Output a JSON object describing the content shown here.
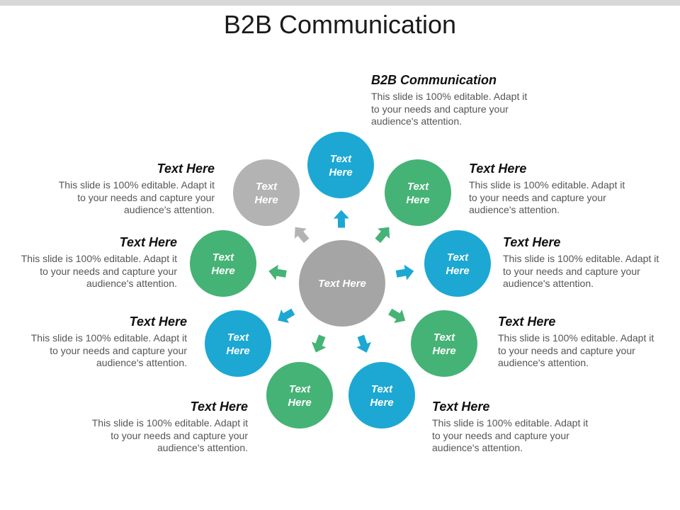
{
  "title": "B2B Communication",
  "colors": {
    "blue": "#1ca8d3",
    "green": "#45b375",
    "gray": "#b3b3b3",
    "hub": "#a5a5a5"
  },
  "hub": {
    "label": "Text Here"
  },
  "nodes": [
    {
      "label": "Text Here",
      "color": "blue"
    },
    {
      "label": "Text Here",
      "color": "green"
    },
    {
      "label": "Text Here",
      "color": "blue"
    },
    {
      "label": "Text Here",
      "color": "green"
    },
    {
      "label": "Text Here",
      "color": "blue"
    },
    {
      "label": "Text Here",
      "color": "green"
    },
    {
      "label": "Text Here",
      "color": "blue"
    },
    {
      "label": "Text Here",
      "color": "green"
    },
    {
      "label": "Text Here",
      "color": "gray"
    }
  ],
  "text_blocks": [
    {
      "heading": "B2B Communication",
      "body": "This slide is 100% editable. Adapt it to your needs and capture your audience's attention."
    },
    {
      "heading": "Text Here",
      "body": "This slide is 100% editable. Adapt it to your needs and capture your audience's attention."
    },
    {
      "heading": "Text Here",
      "body": "This slide is 100% editable. Adapt it to your needs and capture your audience's attention."
    },
    {
      "heading": "Text Here",
      "body": "This slide is 100% editable. Adapt it to your needs and capture your audience's attention."
    },
    {
      "heading": "Text Here",
      "body": "This slide is 100% editable. Adapt it to your needs and capture your audience's attention."
    },
    {
      "heading": "Text Here",
      "body": "This slide is 100% editable. Adapt it to your needs and capture your audience's attention."
    },
    {
      "heading": "Text Here",
      "body": "This slide is 100% editable. Adapt it to your needs and capture your audience's attention."
    },
    {
      "heading": "Text Here",
      "body": "This slide is 100% editable. Adapt it to your needs and capture your audience's attention."
    },
    {
      "heading": "Text Here",
      "body": "This slide is 100% editable. Adapt it to your needs and capture your audience's attention."
    }
  ]
}
